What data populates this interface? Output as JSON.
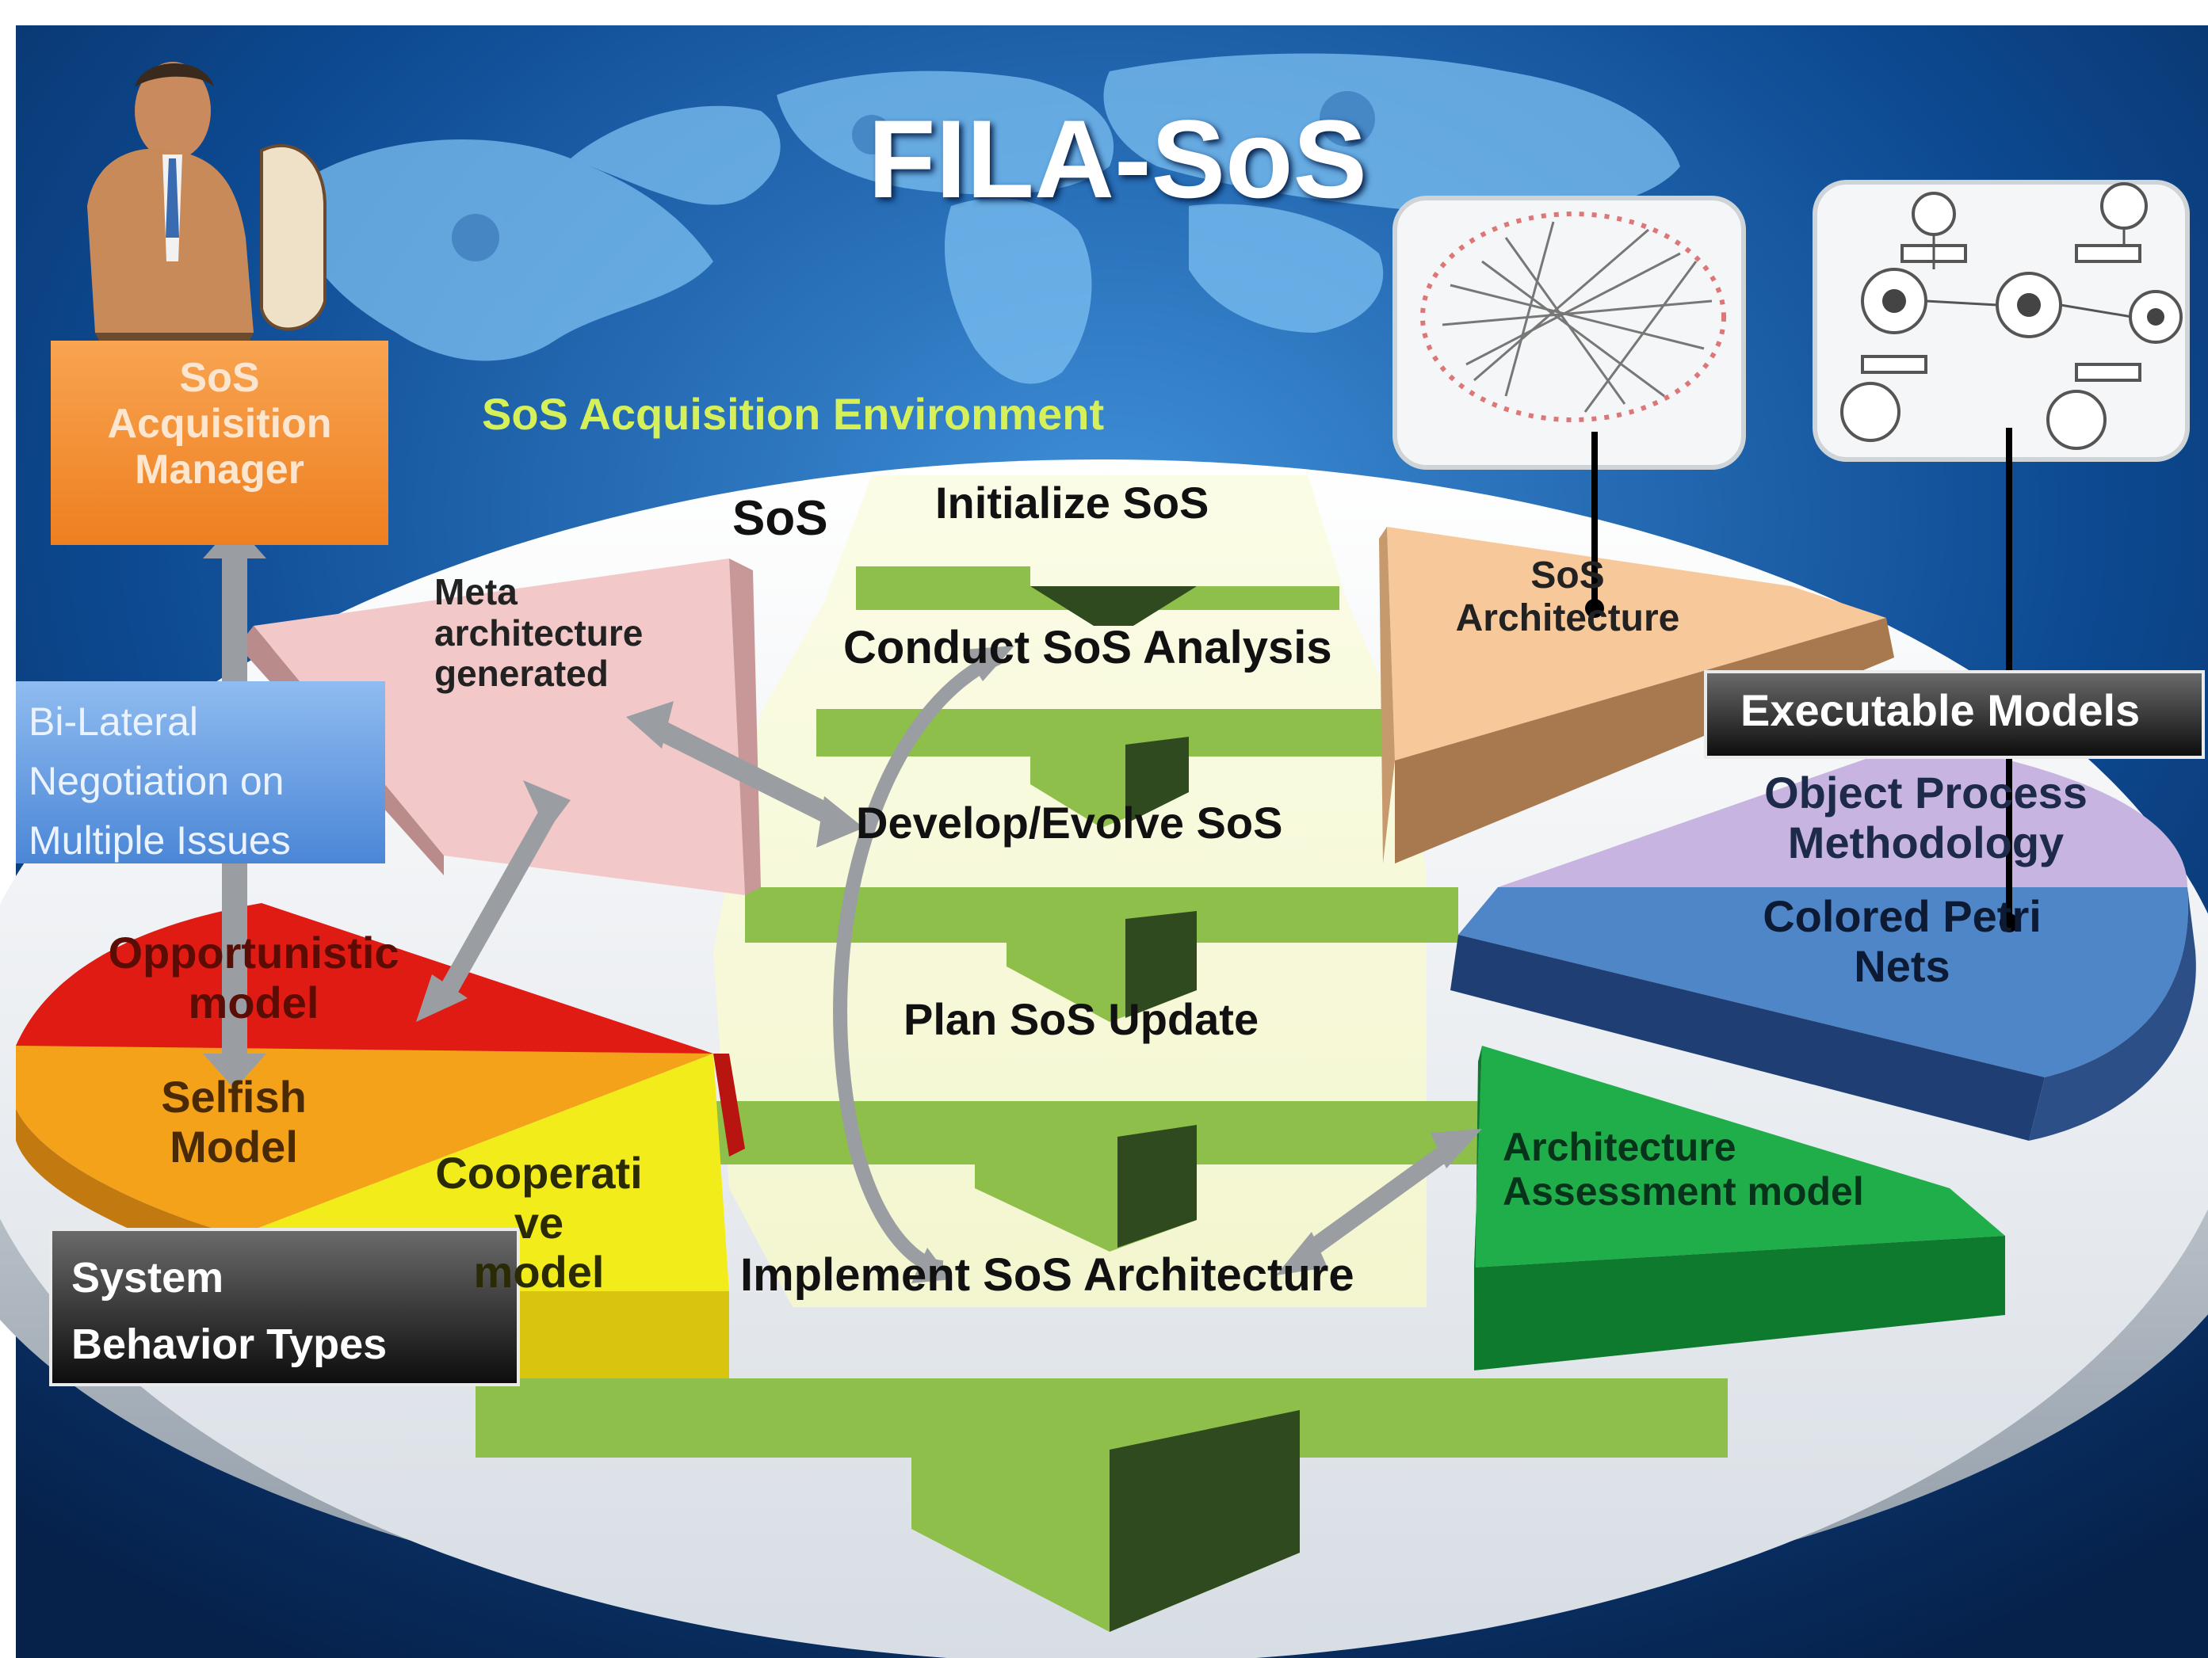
{
  "title": "FILA-SoS",
  "environment_label": "SoS Acquisition Environment",
  "sos_label": "SoS",
  "manager_box": {
    "line1": "SoS",
    "line2": "Acquisition",
    "line3": "Manager"
  },
  "negotiation_box": {
    "line1": "Bi-Lateral",
    "line2": "Negotiation on",
    "line3": "Multiple Issues"
  },
  "behavior_box": {
    "line1": "System",
    "line2": "Behavior Types"
  },
  "executable_models_box": "Executable Models",
  "meta_architecture": {
    "line1": "Meta",
    "line2": "architecture",
    "line3": "generated"
  },
  "sos_architecture": {
    "line1": "SoS",
    "line2": "Architecture"
  },
  "behavior_models": {
    "opportunistic": {
      "line1": "Opportunistic",
      "line2": "model"
    },
    "selfish": {
      "line1": "Selfish",
      "line2": "Model"
    },
    "cooperative": {
      "line1": "Cooperati",
      "line2": "ve",
      "line3": "model"
    }
  },
  "executable_models": {
    "opm": {
      "line1": "Object Process",
      "line2": "Methodology"
    },
    "cpn": {
      "line1": "Colored Petri",
      "line2": "Nets"
    }
  },
  "assessment": {
    "line1": "Architecture",
    "line2": "Assessment model"
  },
  "steps": {
    "initialize": "Initialize SoS",
    "analysis": "Conduct SoS Analysis",
    "develop": "Develop/Evolve SoS",
    "plan": "Plan SoS Update",
    "implement": "Implement SoS Architecture"
  },
  "colors": {
    "ocean": "#0b3a78",
    "map_light": "#5aa8e6",
    "platform": "#eef1f4",
    "step_green": "#8ebf4a",
    "step_dark": "#2e4a1e",
    "manager_orange": "#f5913a",
    "negotiation_blue": "#6fa6e6",
    "meta_pink": "#f2c8c8",
    "sos_arch_peach": "#f7c89a",
    "opm_lavender": "#c8b4e0",
    "cpn_blue": "#4f86c8",
    "assessment_green": "#1fae4a",
    "opportunistic_red": "#e01b14",
    "selfish_orange": "#f4a21a",
    "cooperative_yellow": "#f2ec1a",
    "environment_text": "#d6f05a"
  },
  "icons": [
    "businessman-icon",
    "network-graph-thumbnail",
    "petri-net-thumbnail"
  ]
}
